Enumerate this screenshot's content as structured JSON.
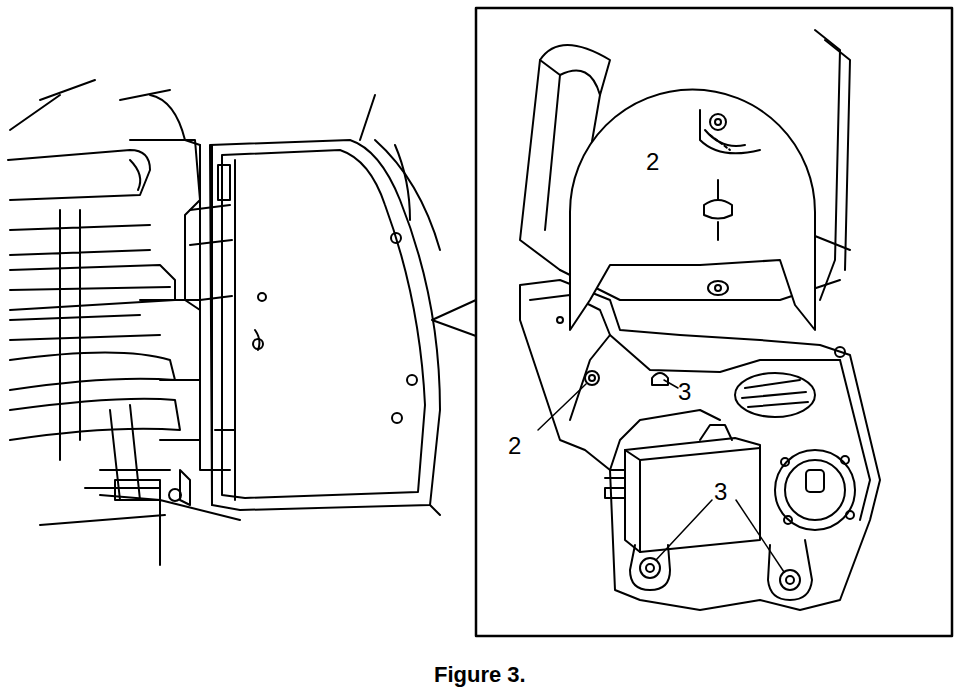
{
  "diagram": {
    "caption": "Figure 3.",
    "labels": [
      "2",
      "3",
      "2",
      "3"
    ]
  }
}
